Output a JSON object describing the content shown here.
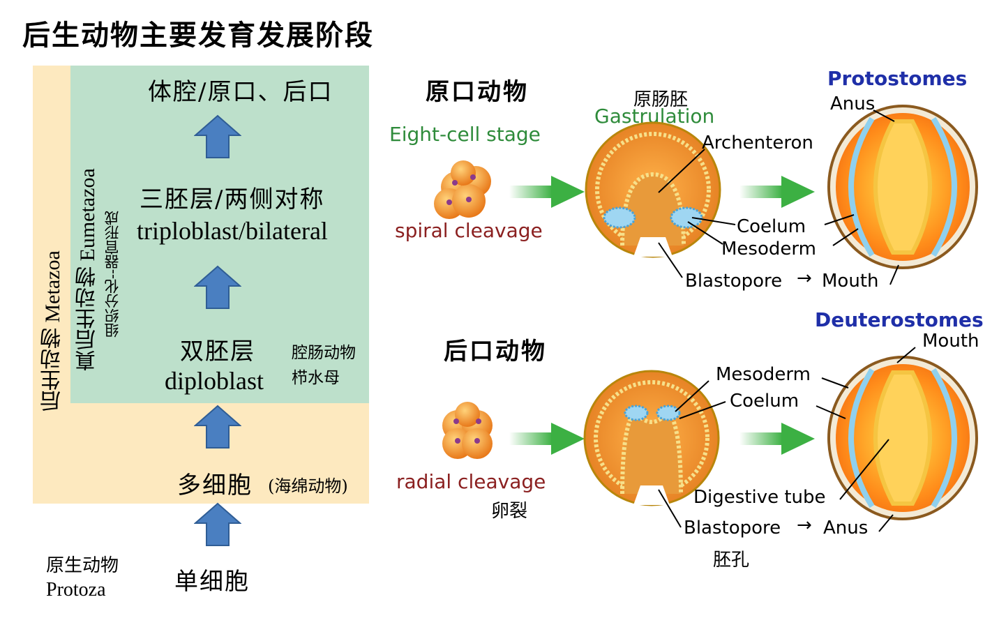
{
  "title": "后生动物主要发育发展阶段",
  "left_panel": {
    "metazoa_label": "后生动物 Metazoa",
    "eumetazoa_label": "真后生动物 Eumetazoa",
    "eumetazoa_note": "组织分化--器官形成",
    "stage_coelom": "体腔/原口、后口",
    "stage_triplo_cn": "三胚层/两侧对称",
    "stage_triplo_en": "triploblast/bilateral",
    "stage_diplo_cn": "双胚层",
    "stage_diplo_en": "diploblast",
    "diplo_example_1": "腔肠动物",
    "diplo_example_2": "栉水母",
    "stage_multi_cn": "多细胞",
    "stage_multi_note": "(海绵动物)",
    "stage_single": "单细胞",
    "protozoa_cn": "原生动物",
    "protozoa_en": "Protoza"
  },
  "right_panel": {
    "protostome_heading": "原口动物",
    "deuterostome_heading": "后口动物",
    "eight_cell": "Eight-cell stage",
    "spiral": "spiral cleavage",
    "radial": "radial cleavage",
    "cleavage_cn": "卵裂",
    "gastrula_cn": "原肠胚",
    "gastrulation": "Gastrulation",
    "blastopore_cn": "胚孔",
    "protostomes": "Protostomes",
    "deuterostomes": "Deuterostomes",
    "proto": {
      "anus": "Anus",
      "archenteron": "Archenteron",
      "coelum": "Coelum",
      "mesoderm": "Mesoderm",
      "blastopore": "Blastopore",
      "mouth": "Mouth"
    },
    "deutero": {
      "mouth": "Mouth",
      "mesoderm": "Mesoderm",
      "coelum": "Coelum",
      "digestive": "Digestive tube",
      "blastopore": "Blastopore",
      "anus": "Anus"
    }
  },
  "colors": {
    "metazoa_bg": "#fde9bf",
    "eumetazoa_bg": "#bde0cb",
    "arrow_blue": "#4a7fc1",
    "arrow_green": "#3cb043",
    "embryo_orange": "#f5a623",
    "mesoderm_blue": "#7ec8e8",
    "heading_blue": "#1f2fa8",
    "label_green": "#2e8b3a",
    "label_red": "#8b2020"
  }
}
